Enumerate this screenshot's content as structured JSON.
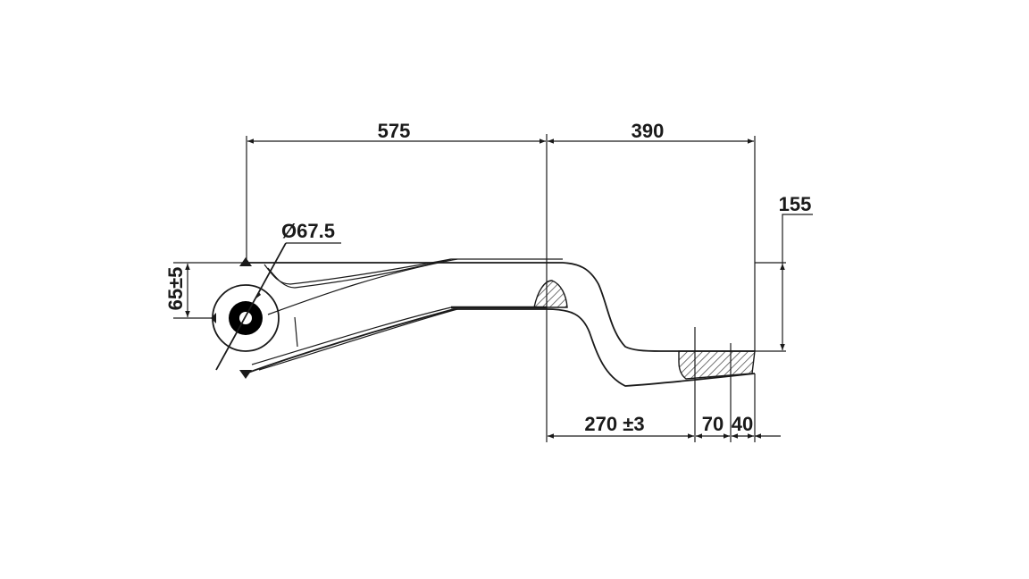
{
  "dimensions": {
    "length_front": "575",
    "length_rear": "390",
    "drop_height": "155",
    "eye_diameter": "Ø67.5",
    "eye_offset": "65±5",
    "rear_span": "270 ±3",
    "seat_width": "70",
    "end_length": "40"
  },
  "colors": {
    "line": "#1a1a1a",
    "eye_fill": "#000000",
    "hatch": "#333333"
  }
}
